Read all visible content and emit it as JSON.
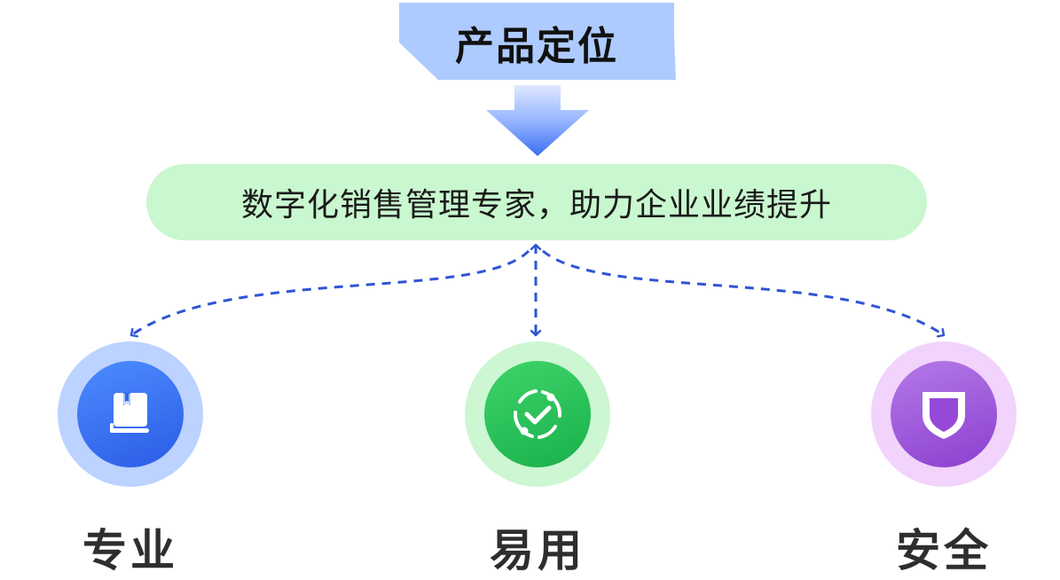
{
  "title": "产品定位",
  "subtitle": "数字化销售管理专家，助力企业业绩提升",
  "features": [
    {
      "label": "专业",
      "icon": "book-icon",
      "accent": "#2f66f0"
    },
    {
      "label": "易用",
      "icon": "check-cycle-icon",
      "accent": "#1fb654"
    },
    {
      "label": "安全",
      "icon": "shield-icon",
      "accent": "#9648d8"
    }
  ],
  "colors": {
    "title_banner": "#aecbff",
    "subtitle_pill": "#c9f7cf",
    "connector": "#2f55d4"
  }
}
